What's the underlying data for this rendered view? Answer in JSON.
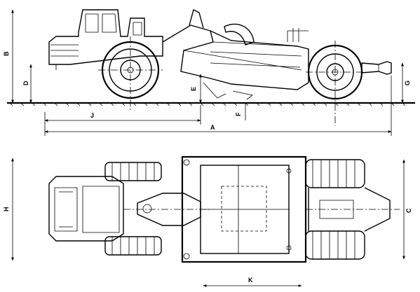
{
  "labels": {
    "A": "A",
    "B": "B",
    "C": "C",
    "D": "D",
    "E": "E",
    "F": "F",
    "G": "G",
    "H": "H",
    "J": "J",
    "K": "K"
  }
}
